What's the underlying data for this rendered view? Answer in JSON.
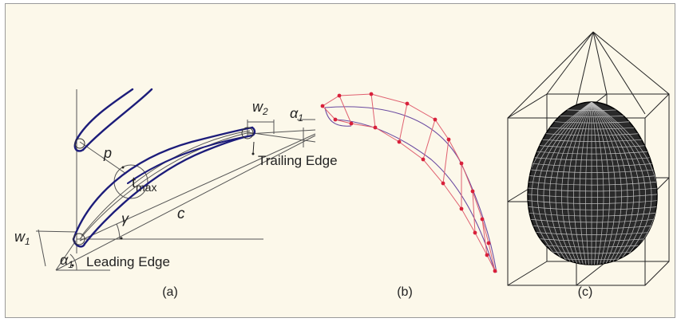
{
  "panel_a": {
    "caption": "(a)",
    "labels": {
      "w2": "w",
      "w2_sub": "2",
      "alpha1_top": "α",
      "alpha1_top_sub": "1",
      "p": "p",
      "tmax": "t",
      "tmax_sub": "max",
      "trailing_edge": "Trailing Edge",
      "gamma": "γ",
      "c": "c",
      "w1": "w",
      "w1_sub": "1",
      "alpha1_bottom": "α",
      "alpha1_bottom_sub": "1",
      "leading_edge": "Leading Edge"
    }
  },
  "panel_b": {
    "caption": "(b)"
  },
  "panel_c": {
    "caption": "(c)"
  },
  "colors": {
    "background": "#fcf8ea",
    "blade_outline": "#1c1c7a",
    "construction_lines": "#555555",
    "control_points": "#d8203a",
    "mesh": "#111111"
  }
}
